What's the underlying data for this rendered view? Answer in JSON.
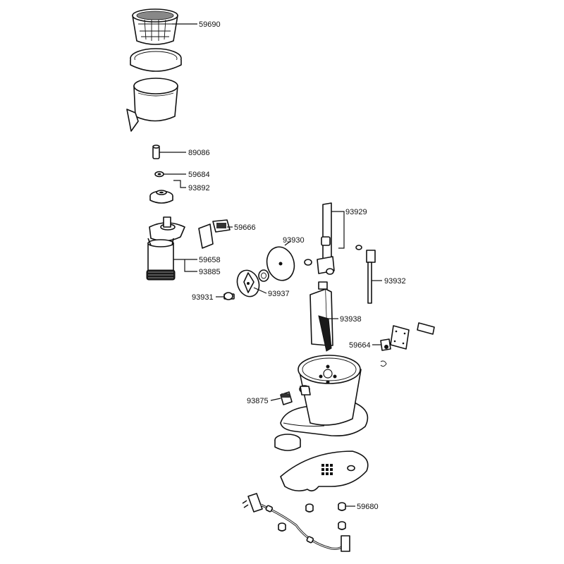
{
  "parts": [
    {
      "id": "p59690",
      "number": "59690"
    },
    {
      "id": "p89086",
      "number": "89086"
    },
    {
      "id": "p59684",
      "number": "59684"
    },
    {
      "id": "p93892",
      "number": "93892"
    },
    {
      "id": "p59666",
      "number": "59666"
    },
    {
      "id": "p93930",
      "number": "93930"
    },
    {
      "id": "p93929",
      "number": "93929"
    },
    {
      "id": "p59658",
      "number": "59658"
    },
    {
      "id": "p93885",
      "number": "93885"
    },
    {
      "id": "p93937",
      "number": "93937"
    },
    {
      "id": "p93931",
      "number": "93931"
    },
    {
      "id": "p93932",
      "number": "93932"
    },
    {
      "id": "p93938",
      "number": "93938"
    },
    {
      "id": "p59664",
      "number": "59664"
    },
    {
      "id": "p93875",
      "number": "93875"
    },
    {
      "id": "p59680",
      "number": "59680"
    }
  ]
}
